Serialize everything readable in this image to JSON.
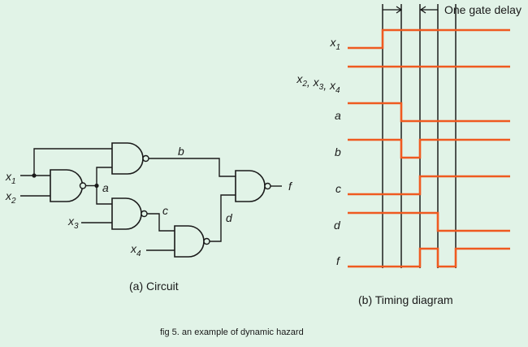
{
  "circuit": {
    "caption": "(a) Circuit",
    "inputs": {
      "x1": {
        "base": "x",
        "sub": "1"
      },
      "x2": {
        "base": "x",
        "sub": "2"
      },
      "x3": {
        "base": "x",
        "sub": "3"
      },
      "x4": {
        "base": "x",
        "sub": "4"
      }
    },
    "nodes": {
      "a": "a",
      "b": "b",
      "c": "c",
      "d": "d",
      "f": "f"
    }
  },
  "timing": {
    "caption": "(b) Timing diagram",
    "delay_label": "One gate delay",
    "signals": [
      {
        "name": "x1",
        "label_base": "x",
        "label_sub": "1",
        "levels": [
          0,
          1,
          1,
          1,
          1,
          1
        ]
      },
      {
        "name": "x2x3x4",
        "label_parts": [
          {
            "base": "x",
            "sub": "2"
          },
          {
            "base": ", x",
            "sub": "3"
          },
          {
            "base": ", x",
            "sub": "4"
          }
        ],
        "levels": [
          1,
          1,
          1,
          1,
          1,
          1
        ]
      },
      {
        "name": "a",
        "label_base": "a",
        "levels": [
          1,
          1,
          0,
          0,
          0,
          0
        ]
      },
      {
        "name": "b",
        "label_base": "b",
        "levels": [
          1,
          1,
          0,
          1,
          1,
          1
        ]
      },
      {
        "name": "c",
        "label_base": "c",
        "levels": [
          0,
          0,
          0,
          1,
          1,
          1
        ]
      },
      {
        "name": "d",
        "label_base": "d",
        "levels": [
          1,
          1,
          1,
          1,
          0,
          0
        ]
      },
      {
        "name": "f",
        "label_base": "f",
        "levels": [
          0,
          0,
          0,
          1,
          0,
          1
        ]
      }
    ],
    "colors": {
      "waveform": "#ef5a20",
      "grid": "#111111"
    }
  },
  "figure_caption": "fig 5. an example of dynamic hazard",
  "colors": {
    "background": "#e1f3e7",
    "ink": "#1a1a1a"
  }
}
